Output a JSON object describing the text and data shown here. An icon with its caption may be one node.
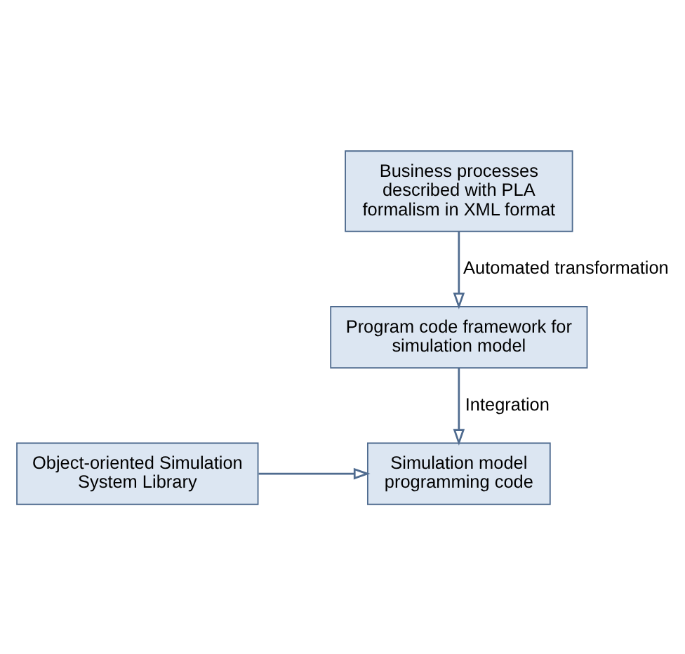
{
  "diagram": {
    "nodes": [
      {
        "text": [
          "Business processes described with PLA formalism in XML format"
        ]
      },
      {
        "text": [
          "Program code framework for simulation model"
        ]
      },
      {
        "text": [
          "Simulation model programming code"
        ]
      },
      {
        "text": [
          "Object-oriented Simulation System Library"
        ]
      }
    ],
    "edges": [
      {
        "from": 0,
        "to": 1,
        "arrow": "to",
        "label": "Automated transformation"
      },
      {
        "from": 1,
        "to": 2,
        "arrow": "to",
        "label": "Integration"
      },
      {
        "from": 3,
        "to": 2,
        "arrow": "to"
      }
    ]
  }
}
